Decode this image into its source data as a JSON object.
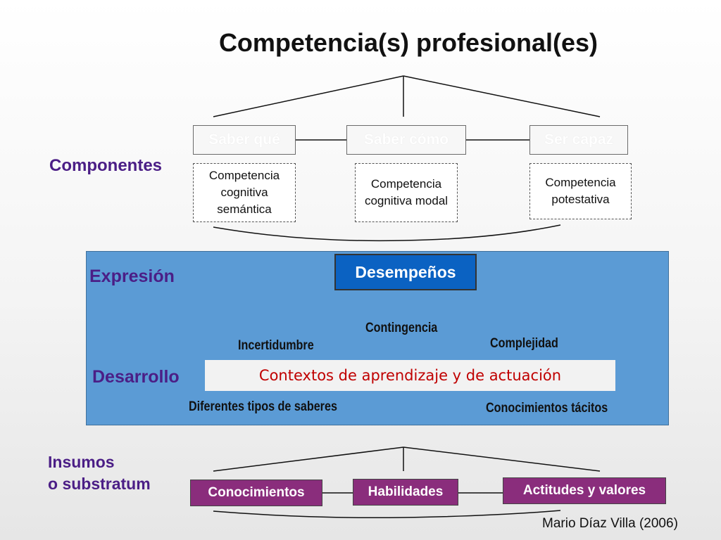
{
  "title": "Competencia(s) profesional(es)",
  "componentes": {
    "label": "Componentes",
    "boxes": [
      {
        "label": "Saber qué",
        "description": "Competencia cognitiva semántica"
      },
      {
        "label": "Saber cómo",
        "description": "Competencia cognitiva modal"
      },
      {
        "label": "Ser capaz",
        "description": "Competencia potestativa"
      }
    ]
  },
  "expresion": {
    "label": "Expresión",
    "box": "Desempeños"
  },
  "desarrollo": {
    "label": "Desarrollo",
    "conditions": {
      "left": "Incertidumbre",
      "center": "Contingencia",
      "right": "Complejidad"
    },
    "context": "Contextos de aprendizaje y de actuación",
    "bottom_left": "Diferentes tipos de saberes",
    "bottom_right": "Conocimientos tácitos"
  },
  "insumos": {
    "label_line1": "Insumos",
    "label_line2": "o substratum",
    "boxes": [
      "Conocimientos",
      "Habilidades",
      "Actitudes y valores"
    ]
  },
  "credit": "Mario Díaz Villa (2006)",
  "colors": {
    "accent_label": "#4b1e86",
    "panel": "#5b9bd5",
    "desempenos": "#0b62c2",
    "context_text": "#c00000",
    "input_boxes": "#8a2d7c"
  }
}
